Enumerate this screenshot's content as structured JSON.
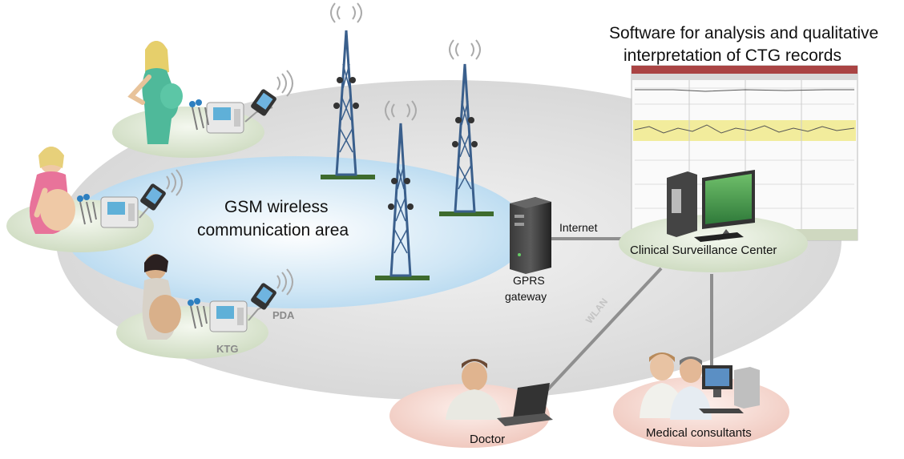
{
  "title": {
    "line1": "Software for analysis and qualitative",
    "line2": "interpretation of CTG records"
  },
  "gsm_area": {
    "line1": "GSM wireless",
    "line2": "communication area"
  },
  "links": {
    "internet": "Internet",
    "wlan": "WLAN"
  },
  "gateway": {
    "line1": "GPRS",
    "line2": "gateway"
  },
  "nodes": {
    "center": "Clinical Surveillance Center",
    "doctor": "Doctor",
    "consultants": "Medical consultants"
  },
  "devices": {
    "pda": "PDA",
    "ktg": "KTG"
  },
  "colors": {
    "network_gray": "#e0e0e0",
    "gsm_blue": "#c7e2f3",
    "patient_platform": "#dde7d4",
    "center_platform": "#dfe6cf",
    "staff_platform": "#f6d6cf",
    "ctg_band": "#f2ec9c",
    "tower": "#3a5f8c"
  },
  "icons": [
    "pregnant-patient",
    "ktg-monitor",
    "pda",
    "signal-waves",
    "gsm-tower",
    "server-tower",
    "ctg-chart",
    "desktop-computer",
    "laptop"
  ]
}
